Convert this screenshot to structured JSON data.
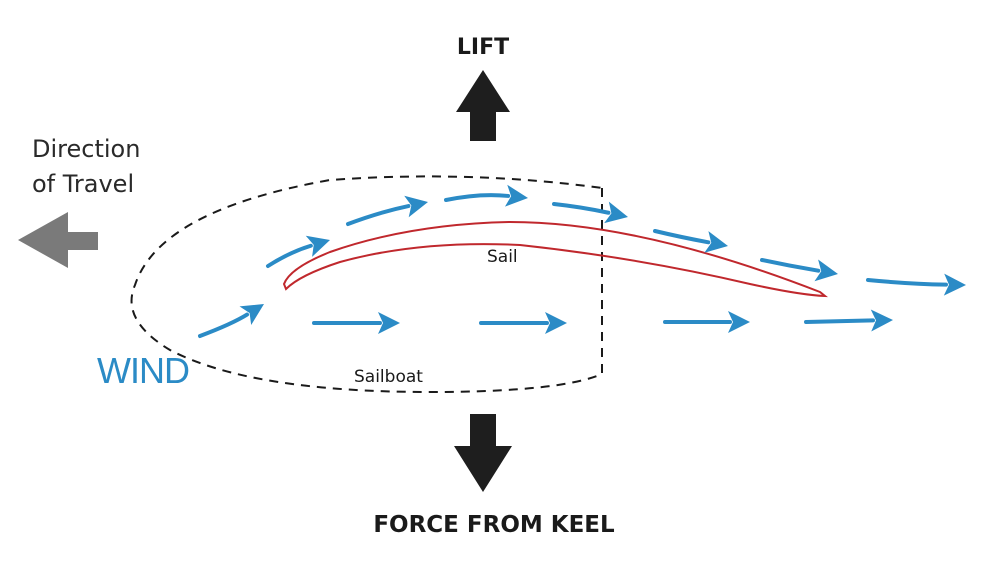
{
  "labels": {
    "lift": "LIFT",
    "force_from_keel": "FORCE FROM KEEL",
    "direction_line1": "Direction",
    "direction_line2": "of Travel",
    "wind": "WIND",
    "sail": "Sail",
    "sailboat": "Sailboat"
  },
  "colors": {
    "wind_arrows": "#2b8bc6",
    "sail": "#c0282d",
    "force_arrows": "#1e1e1e",
    "travel_arrow": "#7a7a7a",
    "outline": "#1a1a1a"
  },
  "icons": {
    "lift_arrow": "arrow-up-icon",
    "keel_arrow": "arrow-down-icon",
    "travel_arrow": "arrow-left-icon",
    "wind_arrows": "arrow-right-icon"
  }
}
